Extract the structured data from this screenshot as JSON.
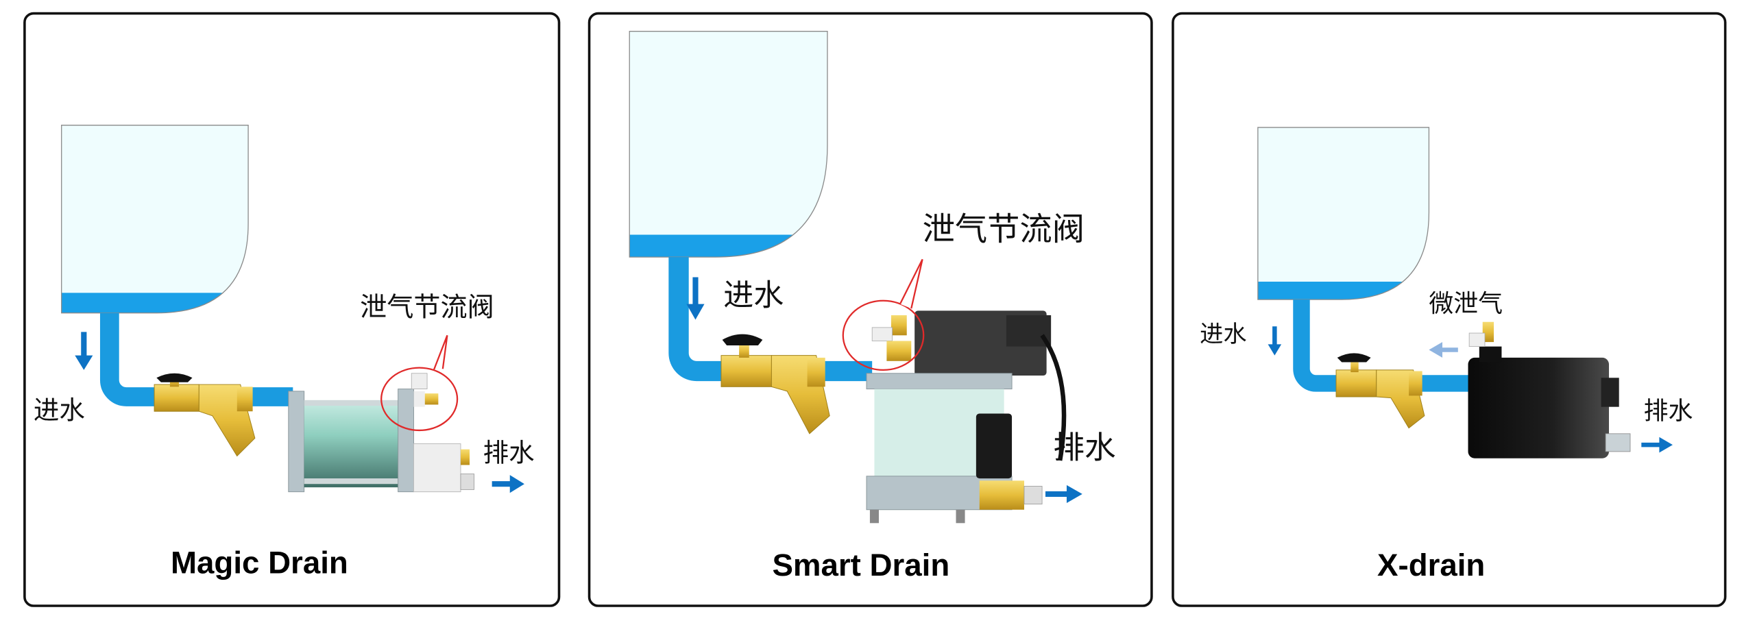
{
  "panels": [
    {
      "title": "Magic Drain",
      "inlet_label": "进水",
      "outlet_label": "排水",
      "callout_label": "泄气节流阀"
    },
    {
      "title": "Smart Drain",
      "inlet_label": "进水",
      "outlet_label": "排水",
      "callout_label": "泄气节流阀"
    },
    {
      "title": "X-drain",
      "inlet_label": "进水",
      "outlet_label": "排水",
      "vent_label": "微泄气"
    }
  ],
  "colors": {
    "water": "#1aa0e8",
    "tank": "#effdfe",
    "arrow": "#0d72c4",
    "arrow_light": "#8fb4e0",
    "brass": "#e6bd3a",
    "callout": "#e02a2a",
    "border": "#111111"
  }
}
